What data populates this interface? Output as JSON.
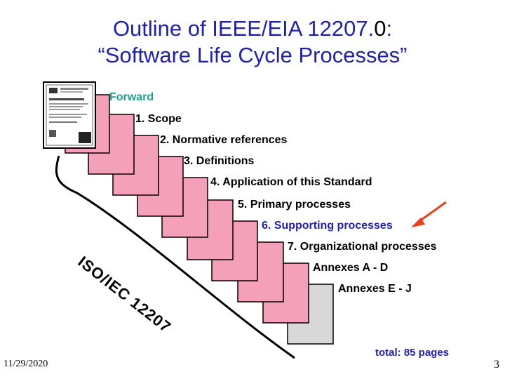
{
  "title": {
    "line1_before": "Outline of IEEE/EIA 12207.",
    "line1_digit": "0",
    "line1_after": ":",
    "line2": "“Software Life Cycle Processes”"
  },
  "sections": {
    "forward": "Forward",
    "scope": "1. Scope",
    "normative": "2. Normative references",
    "definitions": "3. Definitions",
    "application": "4. Application of this Standard",
    "primary": "5. Primary processes",
    "supporting": "6. Supporting processes",
    "organizational": "7. Organizational processes",
    "annexA": "Annexes A - D",
    "annexE": "Annexes E - J"
  },
  "iso_label": "ISO/IEC 12207",
  "total": "total: 85 pages",
  "date": "11/29/2020",
  "page_number": "3",
  "colors": {
    "title": "#1f1fb0",
    "forward": "#1aa08a",
    "supporting": "#1f1fb0",
    "page_pink": "#f4a0b8",
    "page_gray": "#d8d8d8",
    "arrow": "#e8401a"
  }
}
